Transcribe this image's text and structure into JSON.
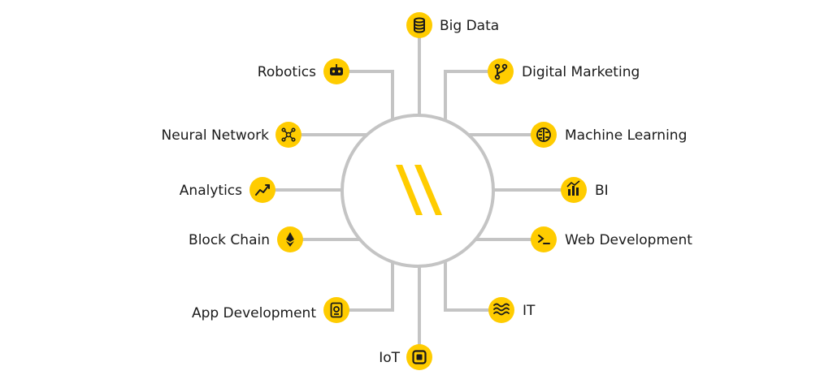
{
  "center": {
    "logo": "logo-mark"
  },
  "colors": {
    "accent": "#FFCC00",
    "line": "#C4C4C4",
    "icon": "#1a1a1a",
    "text": "#1a1a1a"
  },
  "nodes": {
    "big_data": {
      "label": "Big Data",
      "icon": "database-icon"
    },
    "digital_marketing": {
      "label": "Digital Marketing",
      "icon": "git-branch-icon"
    },
    "machine_learning": {
      "label": "Machine Learning",
      "icon": "brain-icon"
    },
    "bi": {
      "label": "BI",
      "icon": "bar-chart-icon"
    },
    "web_development": {
      "label": "Web Development",
      "icon": "terminal-icon"
    },
    "it": {
      "label": "IT",
      "icon": "waves-icon"
    },
    "iot": {
      "label": "IoT",
      "icon": "chip-icon"
    },
    "app_development": {
      "label": "App Development",
      "icon": "mobile-app-icon"
    },
    "block_chain": {
      "label": "Block Chain",
      "icon": "ethereum-icon"
    },
    "analytics": {
      "label": "Analytics",
      "icon": "trend-line-icon"
    },
    "neural_network": {
      "label": "Neural Network",
      "icon": "network-icon"
    },
    "robotics": {
      "label": "Robotics",
      "icon": "robot-icon"
    }
  }
}
